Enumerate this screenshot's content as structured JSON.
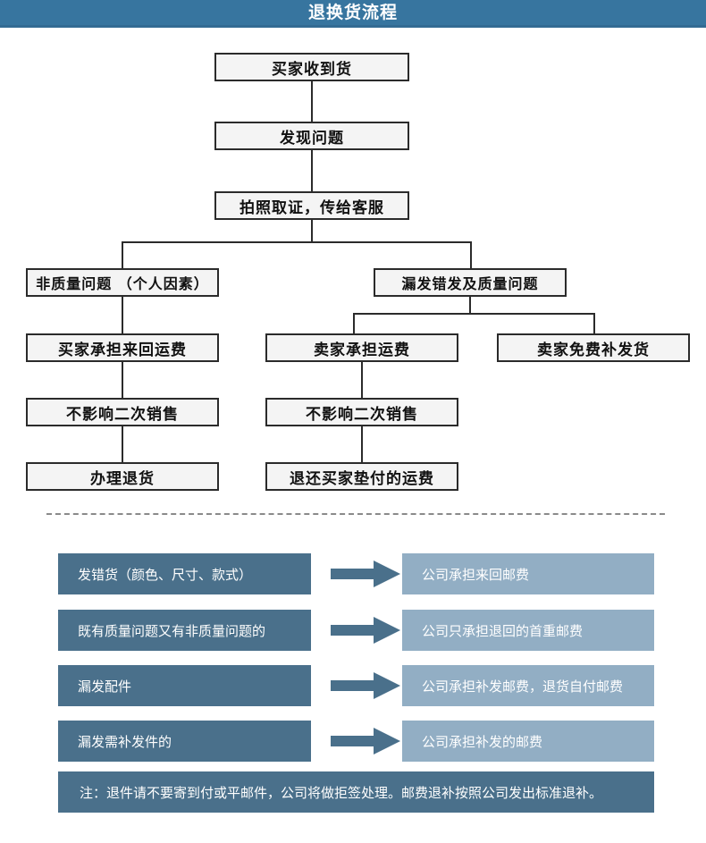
{
  "header": {
    "title": "退换货流程"
  },
  "flow": {
    "nodes": [
      {
        "id": "n1",
        "label": "买家收到货"
      },
      {
        "id": "n2",
        "label": "发现问题"
      },
      {
        "id": "n3",
        "label": "拍照取证，传给客服"
      },
      {
        "id": "n4",
        "label": "非质量问题 （个人因素）"
      },
      {
        "id": "n5",
        "label": "漏发错发及质量问题"
      },
      {
        "id": "n6",
        "label": "买家承担来回运费"
      },
      {
        "id": "n7",
        "label": "卖家承担运费"
      },
      {
        "id": "n8",
        "label": "卖家免费补发货"
      },
      {
        "id": "n9",
        "label": "不影响二次销售"
      },
      {
        "id": "n10",
        "label": "不影响二次销售"
      },
      {
        "id": "n11",
        "label": "办理退货"
      },
      {
        "id": "n12",
        "label": "退还买家垫付的运费"
      }
    ]
  },
  "matrix": {
    "rows": [
      {
        "cause": "发错货（颜色、尺寸、款式）",
        "result": "公司承担来回邮费"
      },
      {
        "cause": "既有质量问题又有非质量问题的",
        "result": "公司只承担退回的首重邮费"
      },
      {
        "cause": "漏发配件",
        "result": "公司承担补发邮费，退货自付邮费"
      },
      {
        "cause": "漏发需补发件的",
        "result": "公司承担补发的邮费"
      }
    ],
    "note": "注：退件请不要寄到付或平邮件，公司将做拒签处理。邮费退补按照公司发出标准退补。"
  },
  "colors": {
    "header_blue": "#37759f",
    "cause_blue": "#4a708b",
    "result_blue": "#92aec4",
    "node_fill": "#f4f4f4",
    "node_border": "#2b2b2b"
  }
}
